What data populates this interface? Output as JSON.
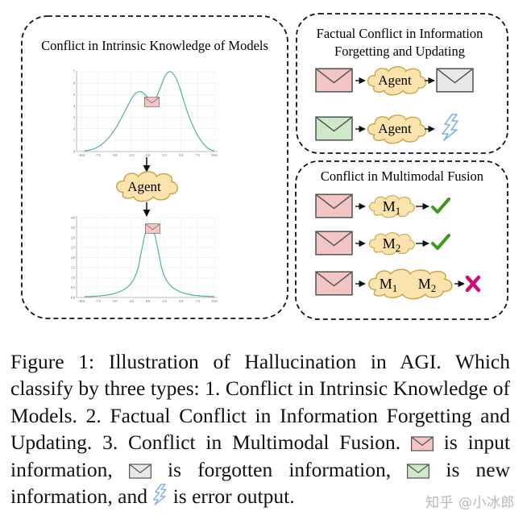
{
  "figure": {
    "panel_intrinsic": {
      "title": "Conflict in Intrinsic Knowledge of Models",
      "agent_label": "Agent",
      "top_plot": {
        "x_ticks": [
          "-10.0",
          "-7.5",
          "-5.0",
          "-2.5",
          "0.0",
          "2.5",
          "5.0",
          "7.5",
          "10.0"
        ],
        "y_ticks": [
          "0",
          "1",
          "2",
          "3",
          "4",
          "5",
          "6",
          "7"
        ]
      },
      "bottom_plot": {
        "x_ticks": [
          "-10.0",
          "-7.5",
          "-5.0",
          "-2.5",
          "0.0",
          "2.5",
          "5.0",
          "7.5",
          "10.0"
        ],
        "y_ticks": [
          "0.0",
          "0.5",
          "1.0",
          "1.5",
          "2.0",
          "2.5",
          "3.0",
          "3.5",
          "4.0"
        ]
      }
    },
    "panel_factual": {
      "title_line1": "Factual Conflict in Information",
      "title_line2": "Forgetting and Updating",
      "row1_agent": "Agent",
      "row2_agent": "Agent"
    },
    "panel_multimodal": {
      "title": "Conflict in Multimodal Fusion",
      "model_prefix": "M",
      "row1_sub": "1",
      "row2_sub": "2",
      "row3_sub_a": "1",
      "row3_sub_b": "2"
    }
  },
  "caption": {
    "part1": "Figure 1: Illustration of Hallucination in AGI. Which classify by three types: 1. Conflict in Intrinsic Knowledge of Models. 2. Factual Conflict in Information Forgetting and Updating. 3. Conflict in Multimodal Fusion.",
    "part2": "is input information,",
    "part3": "is forgotten information,",
    "part4": "is new information, and",
    "part5": "is error output."
  },
  "watermark": "知乎 @小冰郎",
  "colors": {
    "input_envelope": "#f4c5c5",
    "forgotten_envelope": "#e8e8e8",
    "new_envelope": "#cfe8c8",
    "cloud_fill": "#fbe3ad",
    "cloud_stroke": "#c9a64a",
    "check": "#3e9a1e",
    "cross": "#cc0f7a",
    "curve": "#4cb882",
    "error_bolt": "#7db3e8"
  },
  "icons": [
    "envelope-icon",
    "cloud-icon",
    "arrow-icon",
    "checkmark-icon",
    "cross-icon",
    "lightning-bolt-icon"
  ]
}
